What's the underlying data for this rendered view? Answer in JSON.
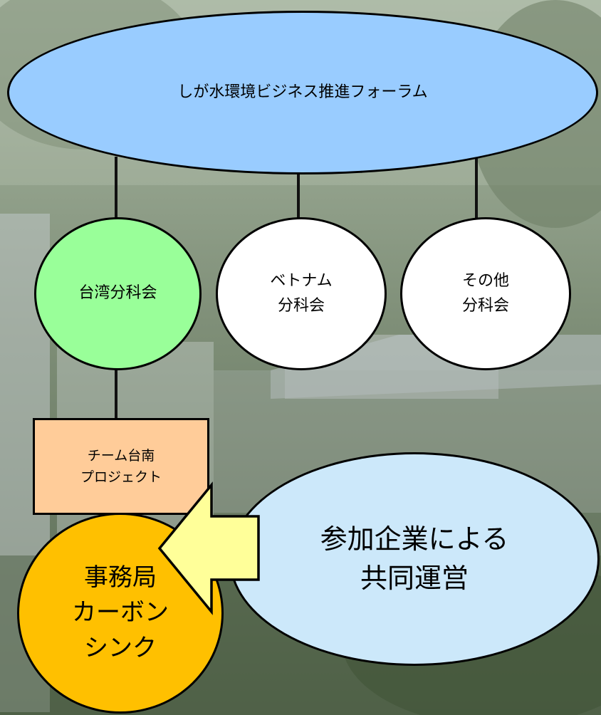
{
  "forum": {
    "label": "しが水環境ビジネス推進フォーラム"
  },
  "subcommittees": [
    {
      "line1": "台湾分科会",
      "line2": ""
    },
    {
      "line1": "ベトナム",
      "line2": "分科会"
    },
    {
      "line1": "その他",
      "line2": "分科会"
    }
  ],
  "project": {
    "line1": "チーム台南",
    "line2": "プロジェクト"
  },
  "secretariat": {
    "line1": "事務局",
    "line2": "カーボン",
    "line3": "シンク"
  },
  "joint": {
    "line1": "参加企業による",
    "line2": "共同運営"
  },
  "colors": {
    "forum": "#99ccff",
    "taiwan": "#99ff99",
    "other_circles": "#ffffff",
    "project": "#ffcc99",
    "secretariat": "#ffc000",
    "joint": "#cce8fa",
    "arrow": "#ffff99"
  }
}
